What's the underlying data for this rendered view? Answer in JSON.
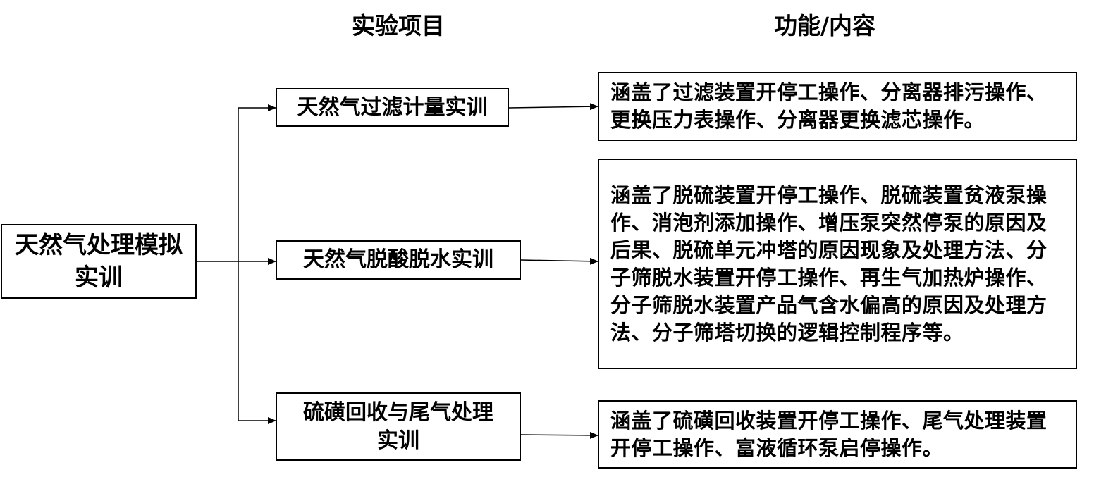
{
  "headers": {
    "items": "实验项目",
    "content": "功能/内容"
  },
  "root": {
    "label": "天然气处理模拟实训"
  },
  "items": [
    {
      "label": "天然气过滤计量实训",
      "description": "涵盖了过滤装置开停工操作、分离器排污操作、更换压力表操作、分离器更换滤芯操作。"
    },
    {
      "label": "天然气脱酸脱水实训",
      "description": "涵盖了脱硫装置开停工操作、脱硫装置贫液泵操作、消泡剂添加操作、增压泵突然停泵的原因及后果、脱硫单元冲塔的原因现象及处理方法、分子筛脱水装置开停工操作、再生气加热炉操作、分子筛脱水装置产品气含水偏高的原因及处理方法、分子筛塔切换的逻辑控制程序等。"
    },
    {
      "label": "硫磺回收与尾气处理实训",
      "description": "涵盖了硫磺回收装置开停工操作、尾气处理装置开停工操作、富液循环泵启停操作。"
    }
  ]
}
